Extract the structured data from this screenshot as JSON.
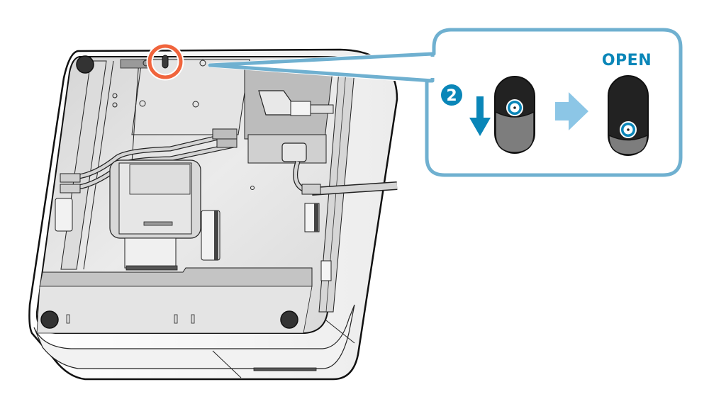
{
  "figure": {
    "description_kind": "device-underside-instruction",
    "step": {
      "number": "2",
      "direction": "down"
    },
    "callout": {
      "state_label": "OPEN",
      "switch_before": "closed",
      "switch_after": "open"
    },
    "colors": {
      "callout_frame": "#6fb0d0",
      "accent_blue": "#0a86b8",
      "arrow_light": "#8cc6e6",
      "highlight_ring": "#f0643c",
      "switch_dark": "#222222",
      "switch_lower": "#7d7d7d",
      "device_body": "#e0e0e0",
      "device_shell": "#f6f6f6",
      "foot": "#333333"
    },
    "icons": {
      "step_badge": "number-badge",
      "direction_arrow": "arrow-down-icon",
      "transition_arrow": "arrow-right-icon",
      "highlight": "highlight-circle"
    }
  }
}
